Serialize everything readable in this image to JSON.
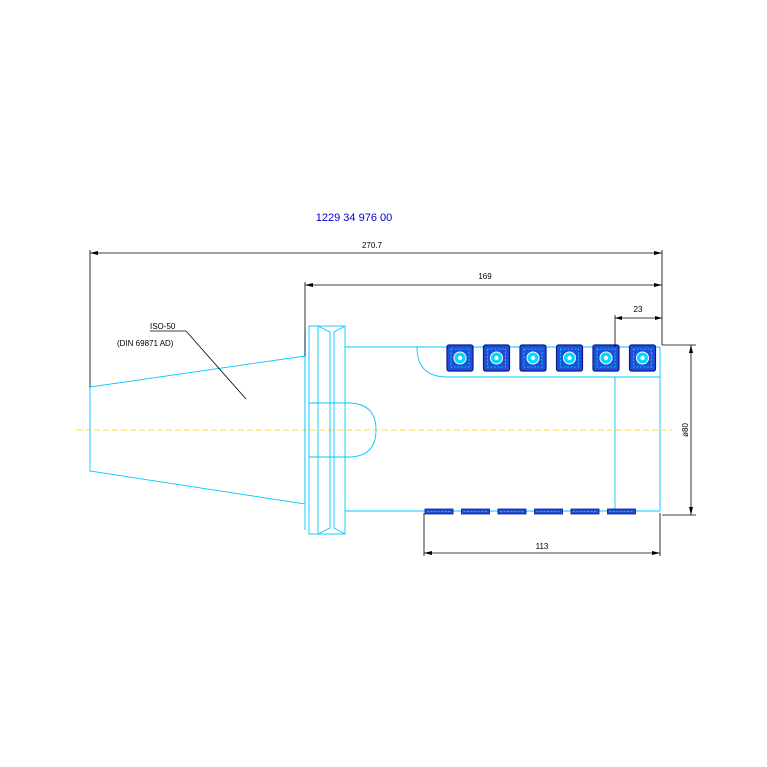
{
  "part_number": "1229 34 976 00",
  "taper_label": "ISO-50",
  "standard_label": "(DIN 69871 AD)",
  "dimensions": {
    "overall_length": "270.7",
    "body_length": "169",
    "insert_pitch": "23",
    "cutter_diameter": "ø80",
    "cutting_length": "113"
  },
  "inserts": {
    "count": 6,
    "fill_color": "#1f4fd6",
    "dark_color": "#0a1a8a",
    "accent_color": "#00d8ff"
  },
  "colors": {
    "outline": "#00c8ff",
    "dimension": "#000000",
    "centerline": "#ffd400",
    "title": "#0000cc"
  }
}
